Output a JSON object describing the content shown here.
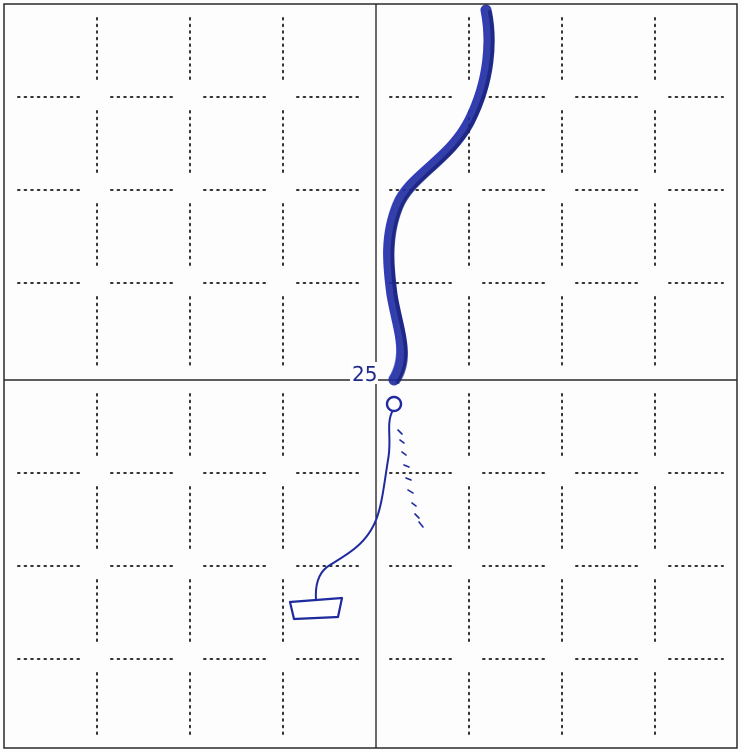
{
  "diagram": {
    "label": "25",
    "colors": {
      "paper": "#fdfdfd",
      "grid_dots": "#333333",
      "axes": "#2a2a2a",
      "ink": "#1f2a9e",
      "ink_dark": "#16207a"
    },
    "elements": [
      "dotted-grid",
      "center-axes",
      "thick-ink-path",
      "tether-loop",
      "thin-line",
      "dashed-tick-line",
      "anchor-box"
    ]
  }
}
